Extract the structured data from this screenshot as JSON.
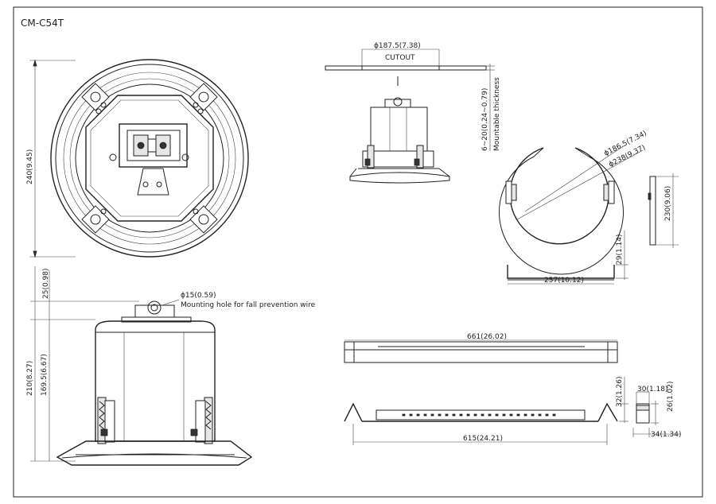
{
  "title": "CM-C54T",
  "top_view": {
    "dim_height": "240(9.45)"
  },
  "cutout": {
    "dim_diameter": "ϕ187.5(7.38)",
    "label": "CUTOUT",
    "dim_thickness": "6~20(0.24~0.79)",
    "thickness_label": "Mountable thickness"
  },
  "bracket": {
    "dim_inner": "ϕ186.5(7.34)",
    "dim_outer": "ϕ238(9.37)",
    "dim_side": "230(9.06)",
    "dim_height": "29(1.14)",
    "dim_width": "257(10.12)"
  },
  "side_view": {
    "dim_top": "25(0.98)",
    "dim_total": "210(8.27)",
    "dim_body": "169.5(6.67)",
    "hole_dim": "ϕ15(0.59)",
    "hole_label": "Mounting hole for fall prevention wire"
  },
  "rail": {
    "dim_length": "661(26.02)",
    "dim_inner": "615(24.21)",
    "dim_height": "32(1.26)",
    "dim_clip_w": "30(1.18)",
    "dim_clip_h": "26(1.02)",
    "dim_clip_d": "34(1.34)"
  }
}
